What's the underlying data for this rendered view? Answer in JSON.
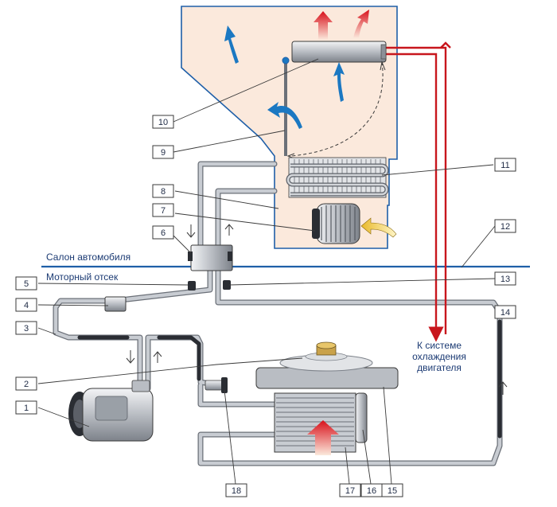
{
  "zones": {
    "cabin": "Салон автомобиля",
    "engine_bay": "Моторный отсек"
  },
  "coolant_note": {
    "line1": "К системе",
    "line2": "охлаждения",
    "line3": "двигателя"
  },
  "callouts": [
    "1",
    "2",
    "3",
    "4",
    "5",
    "6",
    "7",
    "8",
    "9",
    "10",
    "11",
    "12",
    "13",
    "14",
    "15",
    "16",
    "17",
    "18"
  ],
  "colors": {
    "cabin_fill": "#fbe9dc",
    "cabin_border": "#1f5fa8",
    "pipe": "#c8ccd2",
    "pipe_outline": "#6b7078",
    "hot_line": "#c8161d",
    "air_arrow": "#1b78c2",
    "zone_line": "#1f5fa8"
  }
}
